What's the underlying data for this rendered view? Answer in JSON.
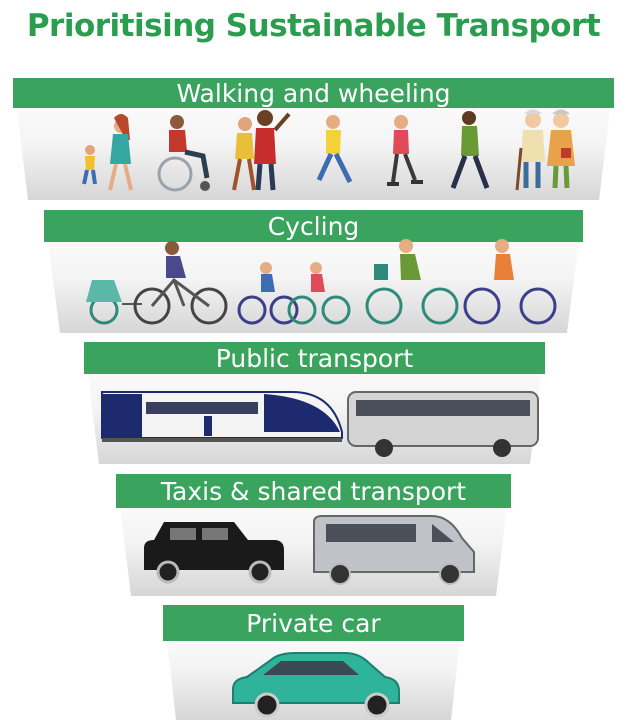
{
  "title": "Prioritising Sustainable Transport",
  "colors": {
    "brand_green": "#2a9d4e",
    "banner_green": "#3aa35e",
    "panel_top": "#ffffff",
    "panel_bottom": "#dcdcdc"
  },
  "tiers": [
    {
      "label": "Walking and wheeling",
      "illustration": "pedestrians-and-wheelchair-user-icon"
    },
    {
      "label": "Cycling",
      "illustration": "cyclists-icon"
    },
    {
      "label": "Public transport",
      "illustration": "train-and-coach-icon"
    },
    {
      "label": "Taxis & shared transport",
      "illustration": "taxi-and-minibus-icon"
    },
    {
      "label": "Private car",
      "illustration": "car-icon"
    }
  ]
}
